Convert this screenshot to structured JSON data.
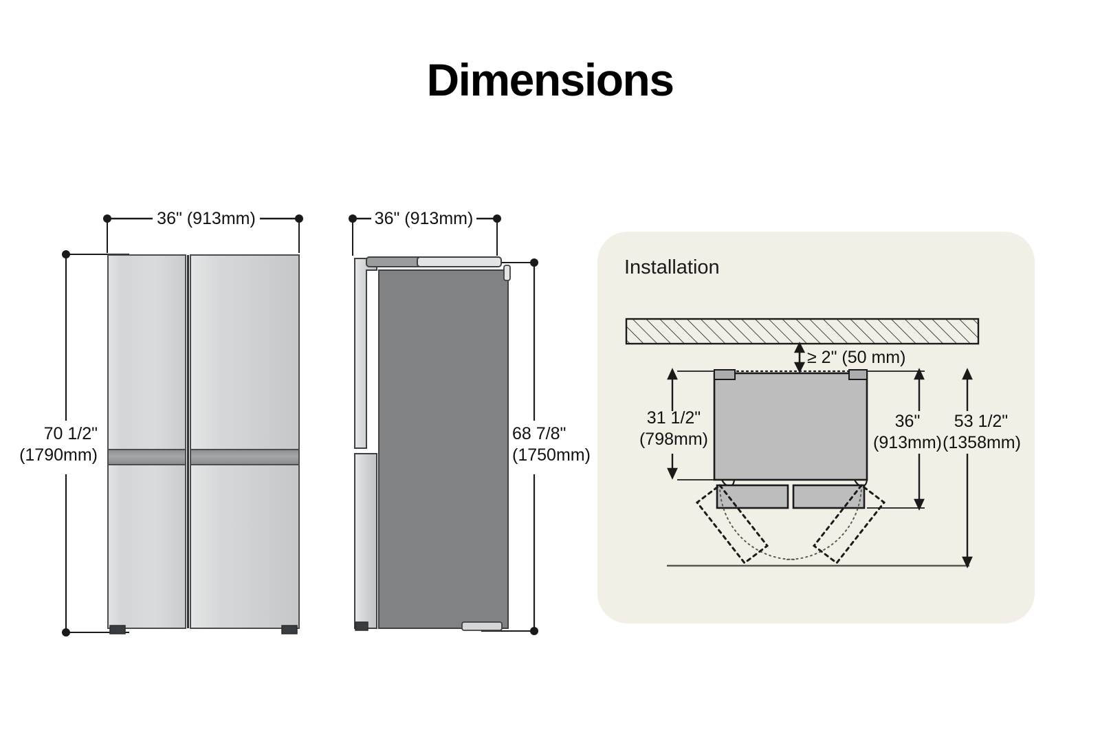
{
  "title": "Dimensions",
  "front_view": {
    "name": "refrigerator-front-view",
    "width_label": "36\" (913mm)",
    "height_label_line1": "70 1/2\"",
    "height_label_line2": "(1790mm)"
  },
  "side_view": {
    "name": "refrigerator-side-view",
    "depth_label": "36\" (913mm)",
    "height_label_line1": "68 7/8\"",
    "height_label_line2": "(1750mm)"
  },
  "installation": {
    "heading": "Installation",
    "clearance_label": "≥ 2\" (50 mm)",
    "body_depth_line1": "31 1/2\"",
    "body_depth_line2": "(798mm)",
    "door_depth_line1": "36\"",
    "door_depth_line2": "(913mm)",
    "total_depth_line1": "53 1/2\"",
    "total_depth_line2": "(1358mm)"
  },
  "colors": {
    "panel_background": "#f2efe6",
    "page_background": "#ffffff",
    "line": "#1a1a1a",
    "door_light": "#d9dbdc",
    "door_dark": "#808284",
    "body_gray": "#bdbdbd"
  }
}
